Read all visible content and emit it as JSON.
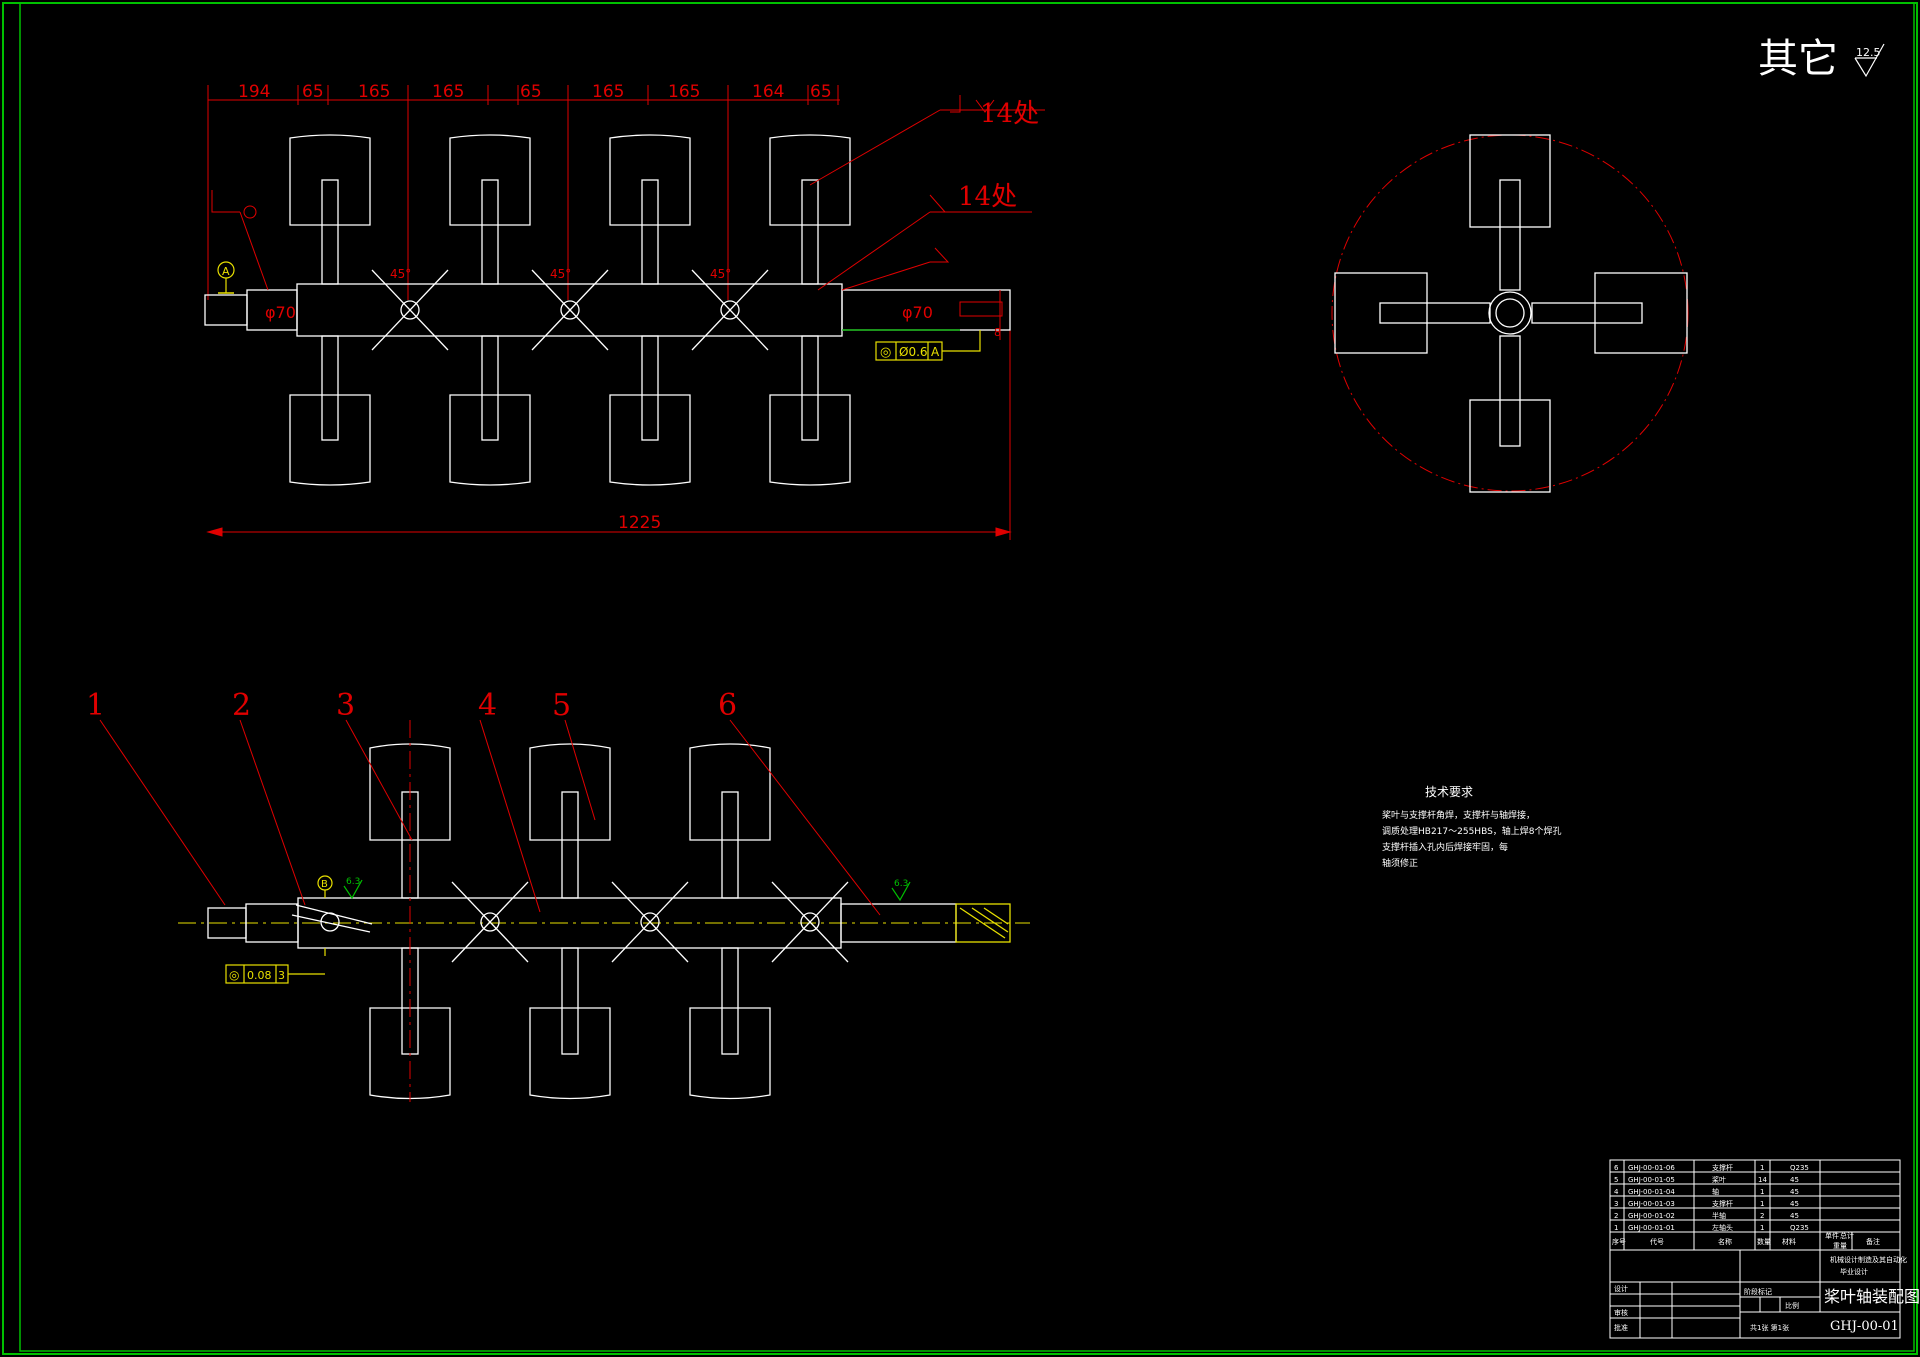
{
  "colors": {
    "background": "#000000",
    "frame": "#00c000",
    "outline": "#ffffff",
    "annotation": "#e00000",
    "tolerance": "#e8e000",
    "table": "#ffffff"
  },
  "header": {
    "other_label": "其它",
    "roughness_value": "12.5"
  },
  "top_view": {
    "dimensions": [
      "194",
      "65",
      "165",
      "165",
      "65",
      "165",
      "165",
      "164",
      "65"
    ],
    "overall_length": "1225",
    "weld_note_1": "14处",
    "weld_note_2": "14处",
    "angle_label": "45°",
    "datum_label": "A",
    "diameter_label_left": "φ70",
    "diameter_label_right": "φ70",
    "tolerance_frame": [
      "◎",
      "Ø0.6",
      "A"
    ],
    "key_width": "8"
  },
  "bottom_view": {
    "balloons": [
      "1",
      "2",
      "3",
      "4",
      "5",
      "6"
    ],
    "datum_label": "B",
    "tolerance_frame": [
      "◎",
      "0.08",
      "3"
    ],
    "roughness_marks": [
      "6.3",
      "6.3"
    ]
  },
  "technical_requirements": {
    "title": "技术要求",
    "lines": [
      "桨叶与支撑杆角焊，支撑杆与轴焊接，",
      "调质处理HB217～255HBS，轴上焊8个焊孔",
      "支撑杆插入孔内后焊接牢固，每",
      "轴须修正"
    ]
  },
  "parts_list": [
    {
      "no": "6",
      "code": "GHJ-00-01-06",
      "name": "支撑杆",
      "qty": "1",
      "material": "Q235"
    },
    {
      "no": "5",
      "code": "GHJ-00-01-05",
      "name": "桨叶",
      "qty": "14",
      "material": "45"
    },
    {
      "no": "4",
      "code": "GHJ-00-01-04",
      "name": "轴",
      "qty": "1",
      "material": "45"
    },
    {
      "no": "3",
      "code": "GHJ-00-01-03",
      "name": "支撑杆",
      "qty": "1",
      "material": "45"
    },
    {
      "no": "2",
      "code": "GHJ-00-01-02",
      "name": "半轴",
      "qty": "2",
      "material": "45"
    },
    {
      "no": "1",
      "code": "GHJ-00-01-01",
      "name": "左轴头",
      "qty": "1",
      "material": "Q235"
    }
  ],
  "title_block": {
    "col_headers": [
      "序号",
      "代号",
      "名称",
      "数量",
      "材料",
      "单件",
      "总计",
      "备注"
    ],
    "weight_label": "重量",
    "school_line_1": "机械设计制造及其自动化",
    "school_line_2": "毕业设计",
    "design_label": "设计",
    "check_label": "审核",
    "approve_label": "批准",
    "stage_label": "阶段标记",
    "scale_label": "比例",
    "sheet_info": "共1张  第1张",
    "drawing_title": "桨叶轴装配图",
    "drawing_number": "GHJ-00-01"
  }
}
